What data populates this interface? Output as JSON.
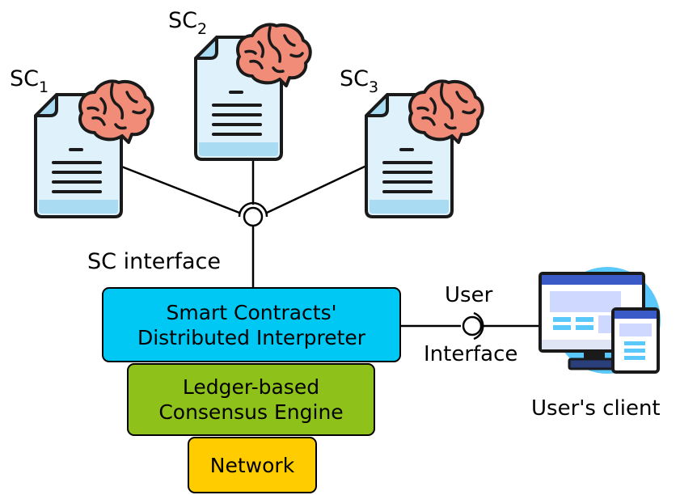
{
  "contracts": [
    {
      "label": "SC",
      "sub": "1"
    },
    {
      "label": "SC",
      "sub": "2"
    },
    {
      "label": "SC",
      "sub": "3"
    }
  ],
  "sc_interface_label": "SC interface",
  "layers": {
    "interpreter": [
      "Smart Contracts'",
      "Distributed Interpreter"
    ],
    "consensus": [
      "Ledger-based",
      "Consensus Engine"
    ],
    "network": "Network"
  },
  "user_interface": {
    "line1": "User",
    "line2": "Interface"
  },
  "client_label": "User's client",
  "colors": {
    "interpreter": "#00c8f5",
    "consensus": "#8ec21a",
    "network": "#ffcc00",
    "document": "#dff1fb",
    "brain": "#f08c78",
    "monitor_circle": "#5ac8fa"
  },
  "icons": [
    "document-icon",
    "brain-icon",
    "computer-monitor-icon",
    "tablet-icon"
  ]
}
